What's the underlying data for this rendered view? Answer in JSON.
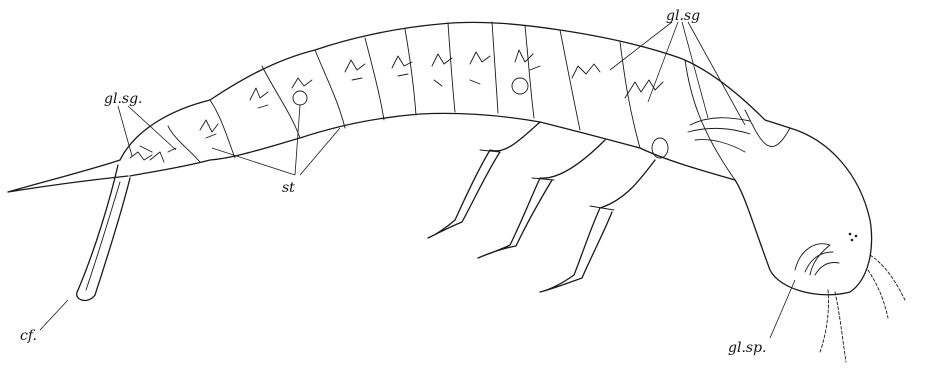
{
  "labels": {
    "gland_anterior": "gl.sg",
    "gland_posterior": "gl.sg.",
    "stigmata": "st",
    "cerci": "cf.",
    "spinning_gland": "gl.sp."
  }
}
